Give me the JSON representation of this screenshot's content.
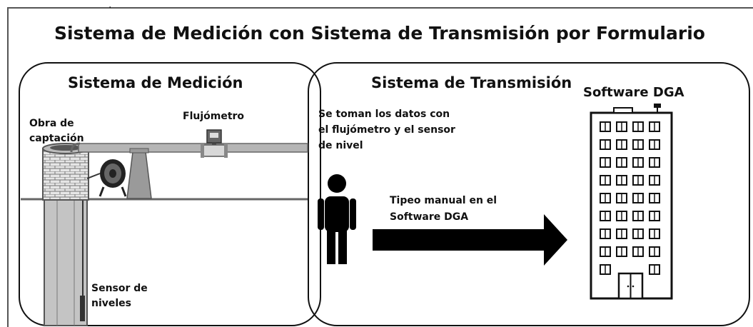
{
  "diagram": {
    "title": "Sistema de Medición con Sistema de Transmisión por Formulario",
    "left_panel": {
      "title": "Sistema de Medición",
      "intake_label": "Obra de\ncaptación",
      "flowmeter_label": "Flujómetro",
      "sensor_label": "Sensor de\nniveles"
    },
    "right_panel": {
      "title": "Sistema de Transmisión",
      "data_note": "Se toman los datos con\nel flujómetro y el sensor\nde nivel",
      "arrow_label": "Tipeo manual  en el\nSoftware DGA",
      "building_label": "Software DGA"
    },
    "icons": [
      "well-icon",
      "cable-reel-icon",
      "pipe-support-icon",
      "flowmeter-icon",
      "person-icon",
      "arrow-icon",
      "building-icon"
    ]
  }
}
